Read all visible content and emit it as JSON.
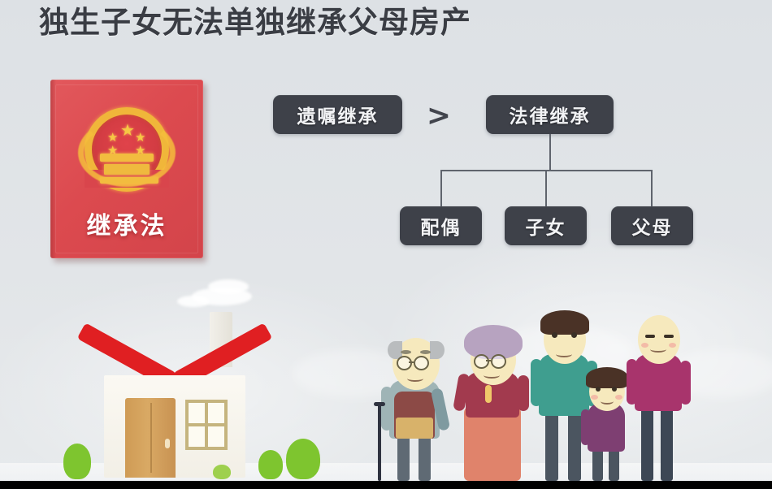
{
  "page": {
    "title": "独生子女无法单独继承父母房产",
    "background_color": "#dfe2e6",
    "title_color": "#3a3d44"
  },
  "book": {
    "cover_color": "#dc4a4f",
    "emblem_name": "china-national-emblem",
    "emblem_gold": "#f0b63a",
    "title": "继承法",
    "stars": [
      "★",
      "★",
      "★",
      "★",
      "★"
    ]
  },
  "flowchart": {
    "node_color": "#3e4149",
    "connector_color": "#5f646d",
    "comparison_symbol": ">",
    "top_nodes": [
      {
        "id": "will",
        "label": "遗嘱继承"
      },
      {
        "id": "legal",
        "label": "法律继承"
      }
    ],
    "leaf_nodes": [
      {
        "id": "spouse",
        "label": "配偶"
      },
      {
        "id": "child",
        "label": "子女"
      },
      {
        "id": "parent",
        "label": "父母"
      }
    ]
  },
  "illustration": {
    "house": {
      "roof_color": "#e01f22",
      "wall_color": "#faf8f2",
      "door_color": "#d9a964",
      "window_frame_color": "#c5b47e",
      "bush_color": "#7ec52f"
    },
    "family": [
      {
        "id": "grandfather",
        "role": "grandfather",
        "sweater_color": "#8c4a46",
        "shirt_color": "#9fb4b6",
        "hair_color": "#b9bcbe",
        "has_glasses": true,
        "has_cane": true
      },
      {
        "id": "grandmother",
        "role": "grandmother",
        "dress_color": "#e0836b",
        "top_color": "#a23a4e",
        "hair_color": "#b7a3c0",
        "has_glasses": true,
        "has_cane": false
      },
      {
        "id": "father",
        "role": "father",
        "shirt_color": "#3f9e8f",
        "pants_color": "#4b5560",
        "hair_color": "#4a3226",
        "has_glasses": false,
        "has_cane": false
      },
      {
        "id": "son",
        "role": "son",
        "shirt_color": "#7e3f72",
        "pants_color": "#4b5560",
        "hair_color": "#4a3226",
        "has_glasses": false,
        "has_cane": false
      },
      {
        "id": "mother",
        "role": "mother",
        "top_color": "#a8346c",
        "pants_color": "#3d4755",
        "hair_color": "#f07a2e",
        "has_glasses": false,
        "has_cane": false
      }
    ]
  }
}
